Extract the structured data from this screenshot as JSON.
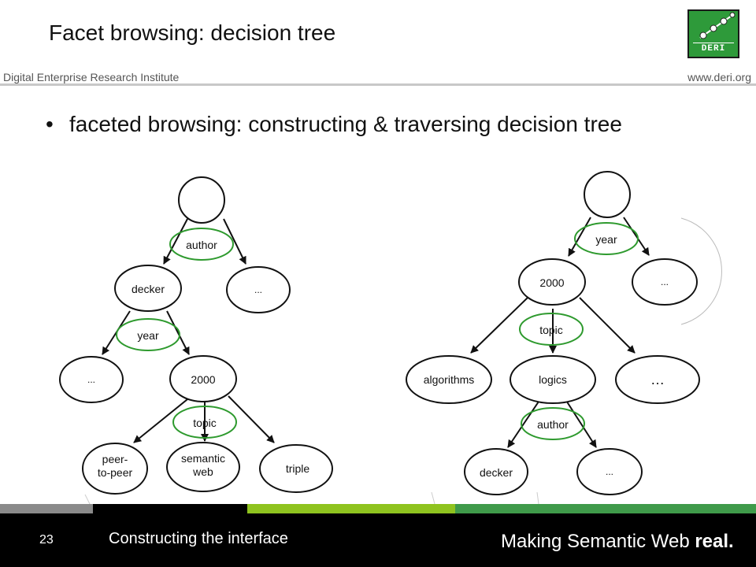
{
  "header": {
    "title": "Facet browsing: decision tree",
    "institute": "Digital Enterprise Research Institute",
    "website": "www.deri.org",
    "logo_text": "DERI"
  },
  "bullet": {
    "symbol": "•",
    "text": "faceted browsing: constructing & traversing decision tree"
  },
  "left_tree": {
    "nodes": {
      "root": "",
      "decker": "decker",
      "dots1": "...",
      "dots2": "...",
      "y2000": "2000",
      "peer_l1": "peer-",
      "peer_l2": "to-peer",
      "semantic_l1": "semantic",
      "semantic_l2": "web",
      "triple": "triple"
    },
    "facets": {
      "author": "author",
      "year": "year",
      "topic": "topic"
    }
  },
  "right_tree": {
    "nodes": {
      "root": "",
      "y2000": "2000",
      "dots1": "...",
      "algorithms": "algorithms",
      "logics": "logics",
      "dots2": "…",
      "decker": "decker",
      "dots3": "..."
    },
    "facets": {
      "year": "year",
      "topic": "topic",
      "author": "author"
    }
  },
  "colors": {
    "facet_ring": "#2e9a2e",
    "accent_green": "#3f9a4a",
    "lime": "#8fc31f",
    "gray": "#8a8a8a"
  },
  "footer": {
    "slide_number": "23",
    "title": "Constructing the interface",
    "tagline_prefix": "Making Semantic Web ",
    "tagline_bold": "real."
  }
}
